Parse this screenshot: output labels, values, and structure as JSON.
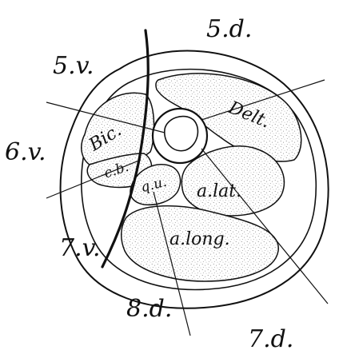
{
  "figure": {
    "segment_labels": {
      "v5": "5.v.",
      "d5": "5.d.",
      "v6": "6.v.",
      "v7": "7.v.",
      "d8": "8.d.",
      "d7": "7.d."
    },
    "muscle_labels": {
      "bic": "Bic.",
      "delt": "Delt.",
      "cb": "c.b.",
      "qu": "q.u.",
      "a_lat": "a.lat.",
      "a_long": "a.long."
    },
    "colors": {
      "ink": "#111111",
      "paper": "#ffffff",
      "stipple": "#7a7a7a"
    }
  }
}
